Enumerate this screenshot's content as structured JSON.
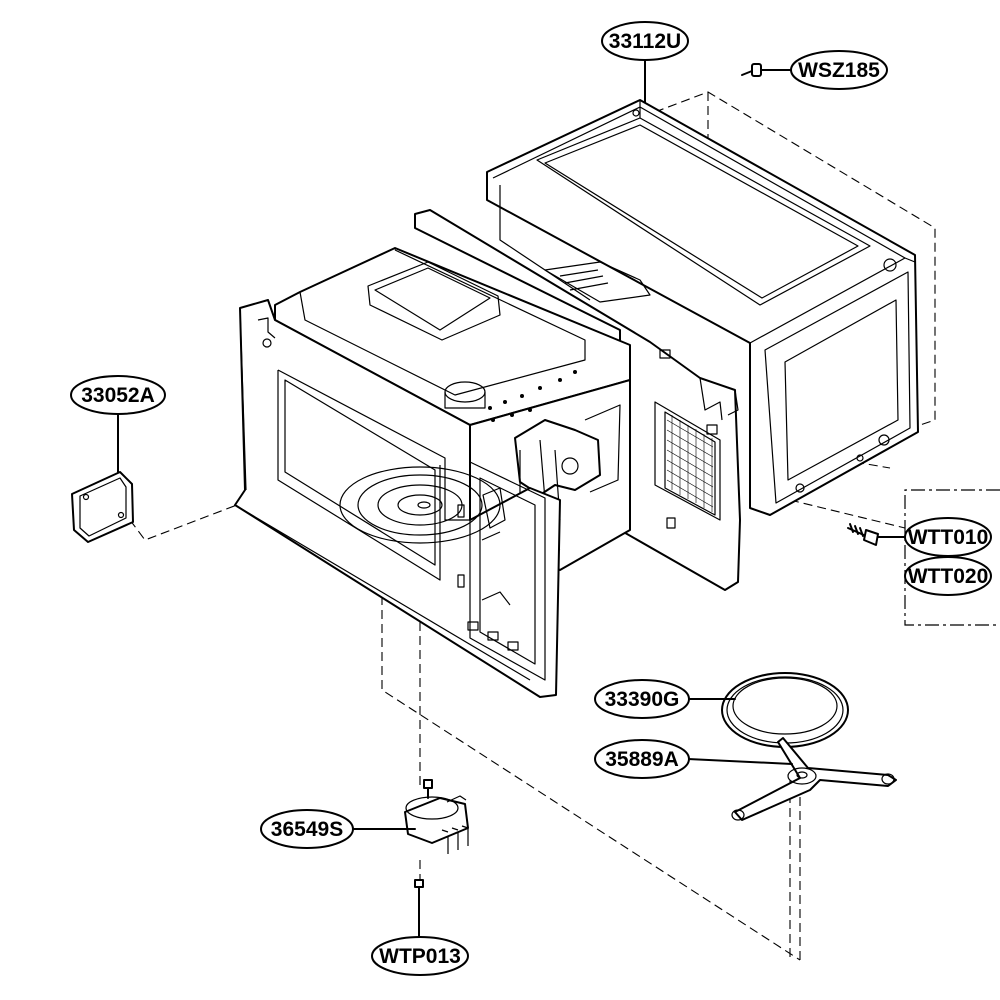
{
  "diagram": {
    "parts": [
      {
        "id": "p-33112U",
        "label": "33112U"
      },
      {
        "id": "p-WSZ185",
        "label": "WSZ185"
      },
      {
        "id": "p-33052A",
        "label": "33052A"
      },
      {
        "id": "p-WTT010",
        "label": "WTT010"
      },
      {
        "id": "p-WTT020",
        "label": "WTT020"
      },
      {
        "id": "p-33390G",
        "label": "33390G"
      },
      {
        "id": "p-35889A",
        "label": "35889A"
      },
      {
        "id": "p-36549S",
        "label": "36549S"
      },
      {
        "id": "p-WTP013",
        "label": "WTP013"
      }
    ]
  }
}
